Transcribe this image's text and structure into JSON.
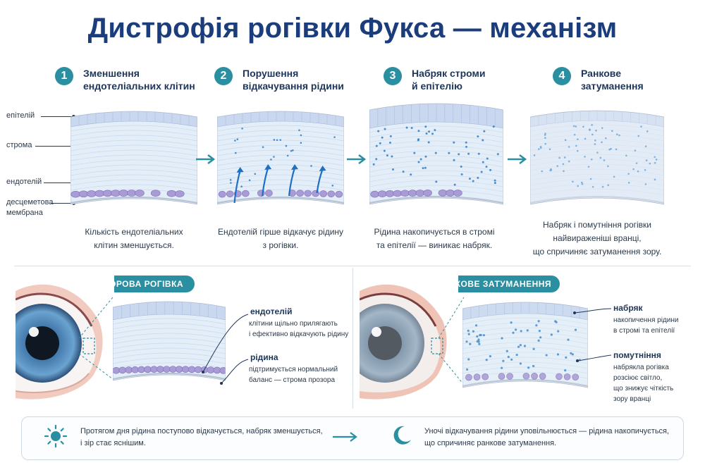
{
  "title": "Дистрофія рогівки Фукса — механізм",
  "steps": [
    {
      "num": "1",
      "title_line1": "Зменшення",
      "title_line2": "ендотеліальних клітин",
      "caption_line1": "Кількість ендотеліальних",
      "caption_line2": "клітин зменшується."
    },
    {
      "num": "2",
      "title_line1": "Порушення",
      "title_line2": "відкачування рідини",
      "caption_line1": "Ендотелій гірше відкачує рідину",
      "caption_line2": "з рогівки."
    },
    {
      "num": "3",
      "title_line1": "Набряк строми",
      "title_line2": "й епітелію",
      "caption_line1": "Рідина накопичується в стромі",
      "caption_line2": "та епітелії — виникає набряк."
    },
    {
      "num": "4",
      "title_line1": "Ранкове",
      "title_line2": "затуманення",
      "caption_line1": "Набряк і помутніння рогівки",
      "caption_line2": "найвираженіші вранці,",
      "caption_line3": "що спричиняє затуманення зору."
    }
  ],
  "layer_labels": {
    "epithelium": "епітелій",
    "stroma": "строма",
    "endothelium": "ендотелій",
    "descemet_line1": "десцеметова",
    "descemet_line2": "мембрана"
  },
  "healthy": {
    "pill": "ЗДОРОВА РОГІВКА",
    "ann1_title": "ендотелій",
    "ann1_line1": "клітини щільно прилягають",
    "ann1_line2": "і ефективно відкачують рідину",
    "ann2_title": "рідина",
    "ann2_line1": "підтримується нормальний",
    "ann2_line2": "баланс — строма прозора"
  },
  "morning": {
    "pill": "РАНКОВЕ ЗАТУМАНЕННЯ",
    "ann1_title": "набряк",
    "ann1_line1": "накопичення рідини",
    "ann1_line2": "в стромі та епітелії",
    "ann2_title": "помутніння",
    "ann2_line1": "набрякла рогівка",
    "ann2_line2": "розсіює світло,",
    "ann2_line3": "що знижує чіткість",
    "ann2_line4": "зору вранці"
  },
  "bottom": {
    "day_line1": "Протягом дня рідина поступово відкачується, набряк зменшується,",
    "day_line2": "і зір стає яснішим.",
    "night_line1": "Уночі відкачування рідини уповільнюється —  рідина накопичується,",
    "night_line2": "що спричиняє ранкове затуманення.",
    "day_icon": "sun-icon",
    "night_icon": "moon-icon"
  },
  "colors": {
    "accent": "#2a8fa0",
    "title": "#1c3d7c",
    "cell": "#9b8fd0",
    "fluid": "#2f7fc8"
  }
}
